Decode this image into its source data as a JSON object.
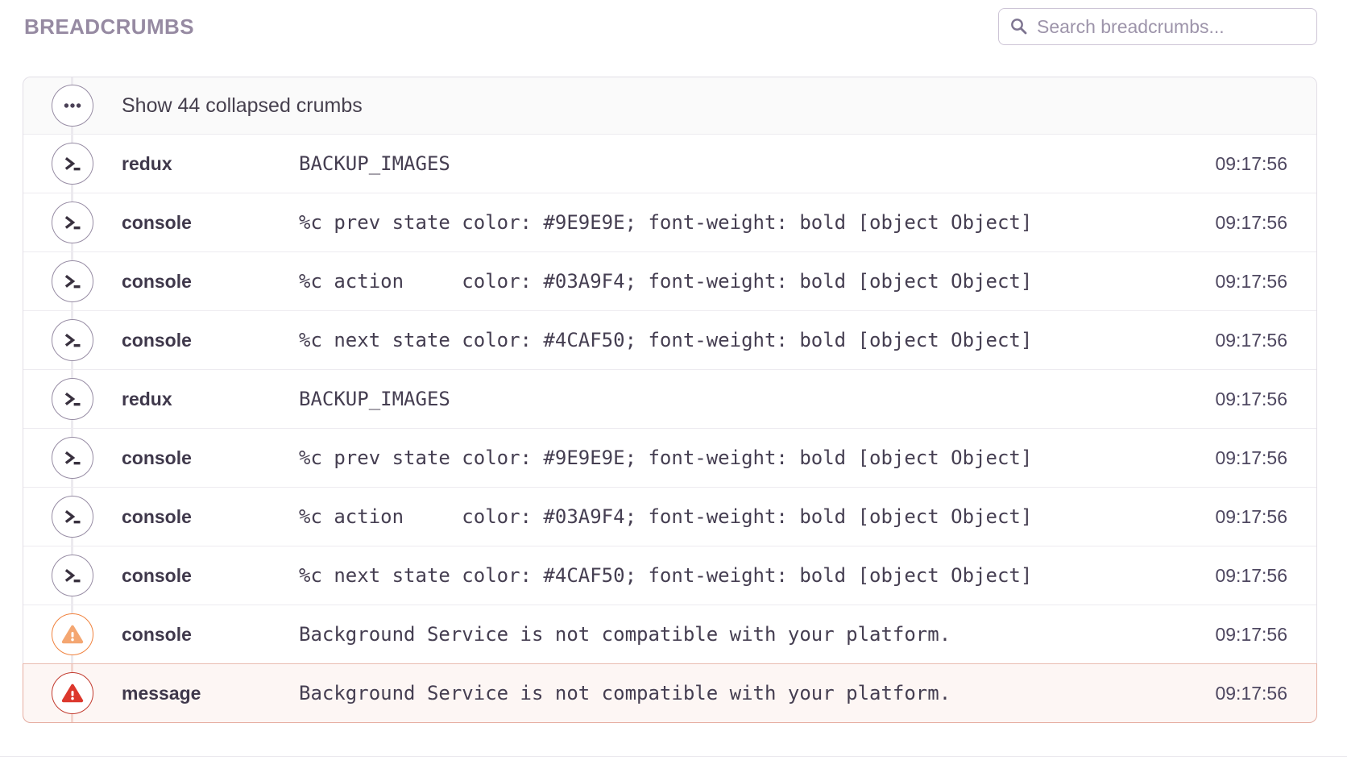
{
  "header": {
    "title": "BREADCRUMBS",
    "search_placeholder": "Search breadcrumbs..."
  },
  "panel": {
    "collapsed_label": "Show 44 collapsed crumbs"
  },
  "crumbs": [
    {
      "icon": "terminal",
      "category": "redux",
      "message": "BACKUP_IMAGES",
      "time": "09:17:56"
    },
    {
      "icon": "terminal",
      "category": "console",
      "message": "%c prev state color: #9E9E9E; font-weight: bold [object Object]",
      "time": "09:17:56"
    },
    {
      "icon": "terminal",
      "category": "console",
      "message": "%c action     color: #03A9F4; font-weight: bold [object Object]",
      "time": "09:17:56"
    },
    {
      "icon": "terminal",
      "category": "console",
      "message": "%c next state color: #4CAF50; font-weight: bold [object Object]",
      "time": "09:17:56"
    },
    {
      "icon": "terminal",
      "category": "redux",
      "message": "BACKUP_IMAGES",
      "time": "09:17:56"
    },
    {
      "icon": "terminal",
      "category": "console",
      "message": "%c prev state color: #9E9E9E; font-weight: bold [object Object]",
      "time": "09:17:56"
    },
    {
      "icon": "terminal",
      "category": "console",
      "message": "%c action     color: #03A9F4; font-weight: bold [object Object]",
      "time": "09:17:56"
    },
    {
      "icon": "terminal",
      "category": "console",
      "message": "%c next state color: #4CAF50; font-weight: bold [object Object]",
      "time": "09:17:56"
    },
    {
      "icon": "warning",
      "category": "console",
      "message": "Background Service is not compatible with your platform.",
      "time": "09:17:56"
    },
    {
      "icon": "error",
      "category": "message",
      "message": "Background Service is not compatible with your platform.",
      "time": "09:17:56"
    }
  ],
  "colors": {
    "title": "#968aa2",
    "text": "#453e51",
    "icon_circle_border": "#978ca4",
    "warning_border": "#f0823e",
    "warning_fill": "#f4a671",
    "error_border": "#c23a2e",
    "error_fill": "#dc372c",
    "error_row_background": "#fdf6f4",
    "error_row_border": "#e6aea2"
  }
}
